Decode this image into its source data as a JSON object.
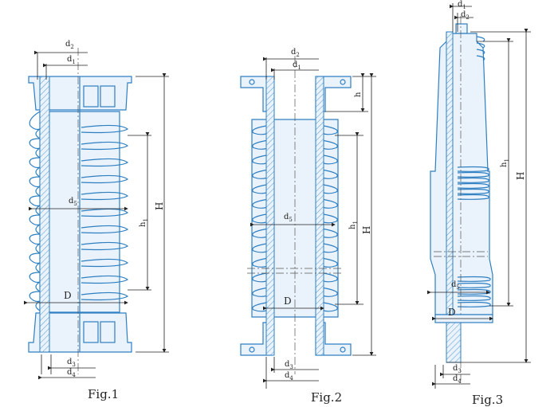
{
  "figures": [
    {
      "caption": "Fig.1",
      "labels": {
        "d2": "d2",
        "d1": "d1",
        "d5": "d5",
        "D": "D",
        "d3": "d3",
        "d4": "d4",
        "h1": "h1",
        "H": "H"
      }
    },
    {
      "caption": "Fig.2",
      "labels": {
        "d2": "d2",
        "d1": "d1",
        "d5": "d5",
        "D": "D",
        "d3": "d3",
        "d4": "d4",
        "h": "h",
        "h1": "h1",
        "H": "H"
      }
    },
    {
      "caption": "Fig.3",
      "labels": {
        "d2": "d2",
        "d1": "d1",
        "d5": "d5",
        "D": "D",
        "d3": "d3",
        "d4": "d4",
        "h1": "h1",
        "H": "H"
      }
    }
  ],
  "colors": {
    "insulator": "#2e7fc2",
    "fill": "#eaf3fb",
    "line": "#222222"
  }
}
